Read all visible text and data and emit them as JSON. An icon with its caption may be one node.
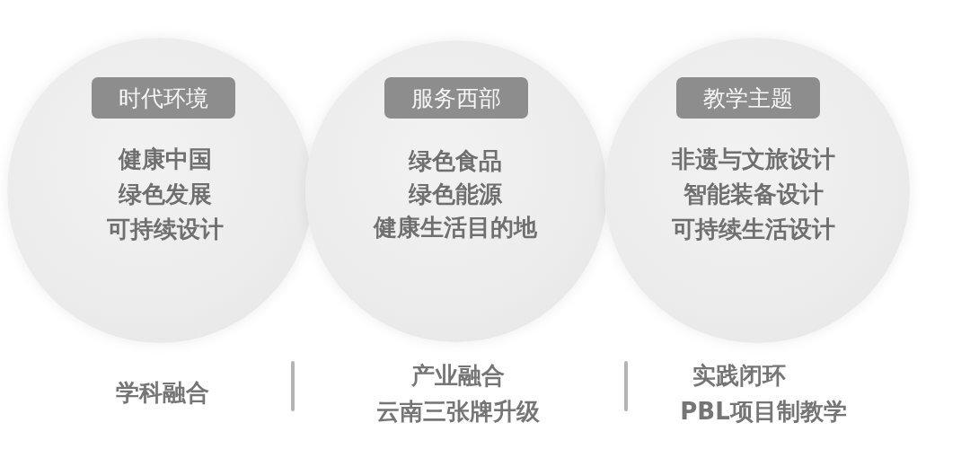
{
  "diagram": {
    "nodes": [
      {
        "text": [
          "健康中国",
          "绿色发展",
          "可持续设计"
        ],
        "beside": [
          "学科融合"
        ]
      },
      {
        "text": [
          "时代环境"
        ],
        "in": 0
      },
      {
        "text": [
          "绿色食品",
          "绿色能源",
          "健康生活目的地"
        ],
        "beside": [
          "产业融合",
          "云南三张牌升级"
        ]
      },
      {
        "text": [
          "服务西部"
        ],
        "in": 2
      },
      {
        "text": [
          "非遗与文旅设计",
          "智能装备设计",
          "可持续生活设计"
        ],
        "beside": [
          "实践闭环",
          "PBL项目制教学"
        ]
      },
      {
        "text": [
          "教学主题"
        ],
        "in": 4
      }
    ]
  }
}
